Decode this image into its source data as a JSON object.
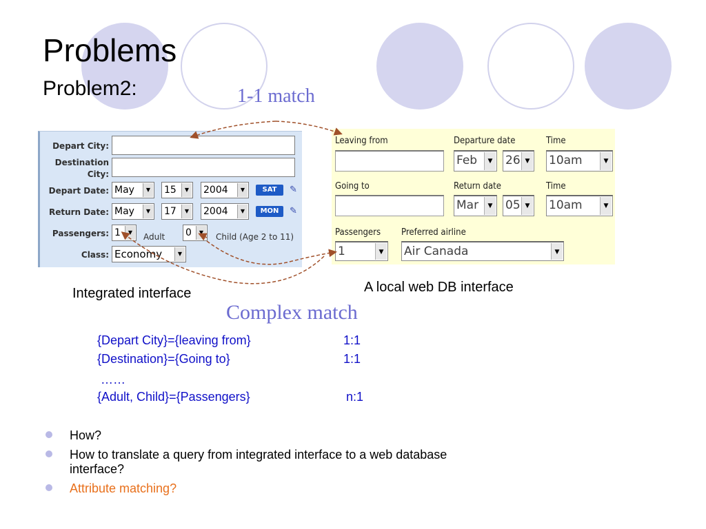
{
  "slide": {
    "title": "Problems",
    "subtitle": "Problem2:",
    "match_one_to_one": "1-1 match",
    "complex_match": "Complex match"
  },
  "integrated_interface": {
    "caption": "Integrated interface",
    "depart_city_label": "Depart City:",
    "destination_label_1": "Destination",
    "destination_label_2": "City:",
    "depart_date_label": "Depart Date:",
    "return_date_label": "Return Date:",
    "passengers_label": "Passengers:",
    "class_label": "Class:",
    "depart_month": "May",
    "depart_day": "15",
    "depart_year": "2004",
    "depart_weekday": "SAT",
    "return_month": "May",
    "return_day": "17",
    "return_year": "2004",
    "return_weekday": "MON",
    "adult_value": "1",
    "adult_label": "Adult",
    "child_value": "0",
    "child_label": "Child (Age 2 to 11)",
    "class_value": "Economy"
  },
  "local_interface": {
    "caption": "A local web DB interface",
    "leaving_from_label": "Leaving from",
    "departure_date_label": "Departure date",
    "time_label_1": "Time",
    "going_to_label": "Going to",
    "return_date_label": "Return date",
    "time_label_2": "Time",
    "passengers_label": "Passengers",
    "preferred_airline_label": "Preferred airline",
    "dep_month": "Feb",
    "dep_day": "26",
    "dep_time": "10am",
    "ret_month": "Mar",
    "ret_day": "05",
    "ret_time": "10am",
    "passengers_value": "1",
    "airline_value": "Air Canada"
  },
  "mappings": [
    {
      "text": "{Depart City}={leaving from}",
      "type": "1:1"
    },
    {
      "text": "{Destination}={Going to}",
      "type": "1:1"
    },
    {
      "text": "……",
      "type": ""
    },
    {
      "text": "{Adult, Child}={Passengers}",
      "type": "n:1"
    }
  ],
  "bullets": [
    {
      "line1": "How?",
      "line2": ""
    },
    {
      "line1": "How to translate a query from integrated interface to a web database",
      "line2": "interface?"
    },
    {
      "line1": "Attribute matching?",
      "line2": ""
    }
  ],
  "colors": {
    "accent_text": "#1010c8",
    "highlight_bullet": "#e8701c",
    "match_label": "#6b6bd0",
    "arrow": "#a0502a"
  }
}
